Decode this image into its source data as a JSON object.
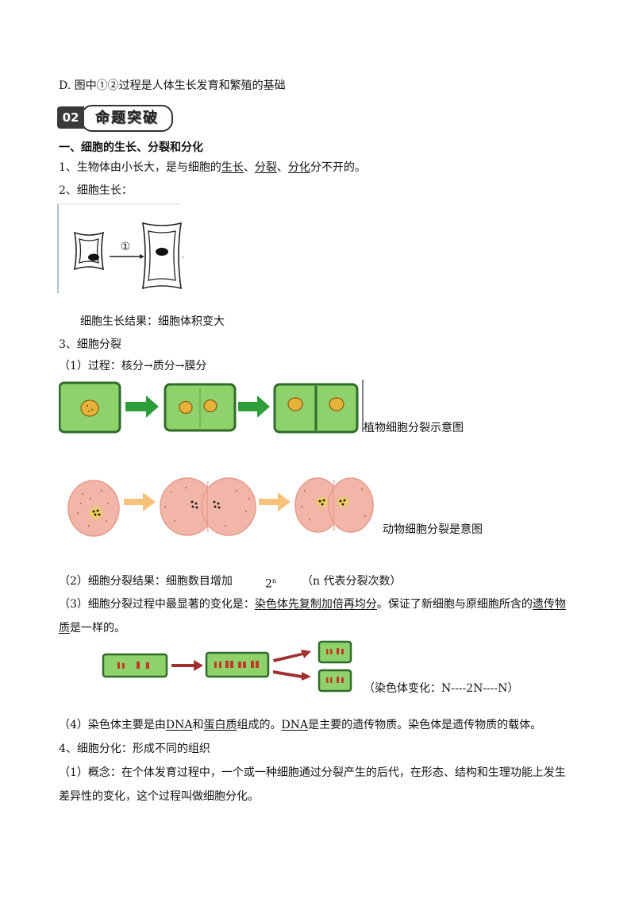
{
  "lines": {
    "option_d": "D. 图中①②过程是人体生长发育和繁殖的基础",
    "section_title": "一、细胞的生长、分裂和分化",
    "p1_pre": "1、生物体由小长大，是与细胞的",
    "p1_u1": "生长",
    "p1_s1": "、",
    "p1_u2": "分裂",
    "p1_s2": "、",
    "p1_u3": "分化",
    "p1_post": "分不开的。",
    "p2": "2、细胞生长：",
    "growth_result": "细胞生长结果：细胞体积变大",
    "p3": "3、细胞分裂",
    "process": "（1）过程：核分→质分→膜分",
    "plant_caption": "植物细胞分裂示意图",
    "animal_caption": "动物细胞分裂是意图",
    "result_pre": "（2）细胞分裂结果：细胞数目增加",
    "result_formula_base": "2",
    "result_formula_exp": "n",
    "result_note": "（n 代表分裂次数）",
    "change_pre": "（3）细胞分裂过程中最显著的变化是：",
    "change_u1": "染色体先复制加倍再均分",
    "change_mid": "。保证了新细胞与原细胞所含的",
    "change_u2a": "遗传物",
    "change_u2b": "质",
    "change_post": "是一样的。",
    "chromosome_caption": "（染色体变化：N----2N----N）",
    "dna_pre": "（4）染色体主要是由",
    "dna_u1": "DNA",
    "dna_mid1": "和",
    "dna_u2": "蛋白质",
    "dna_mid2": "组成的。",
    "dna_u3": "DNA",
    "dna_post": "是主要的遗传物质。染色体是遗传物质的载体。",
    "p4": "4、细胞分化：形成不同的组织",
    "concept_1": "（1）概念：在个体发育过程中，一个或一种细胞通过分裂产生的后代，在形态、结构和生理功能上发生",
    "concept_2": "差异性的变化，这个过程叫做细胞分化。"
  },
  "badge": {
    "number": "02",
    "text": "命题突破"
  },
  "growth_step_label": "①",
  "colors": {
    "plant_green": "#8fd16a",
    "plant_border": "#2f6b2a",
    "arrow_green": "#2e9e3a",
    "animal_pink": "#f2b6a8",
    "arrow_orange": "#f6c27a",
    "chromo_red": "#c0392b",
    "arrow_red": "#a03030"
  }
}
